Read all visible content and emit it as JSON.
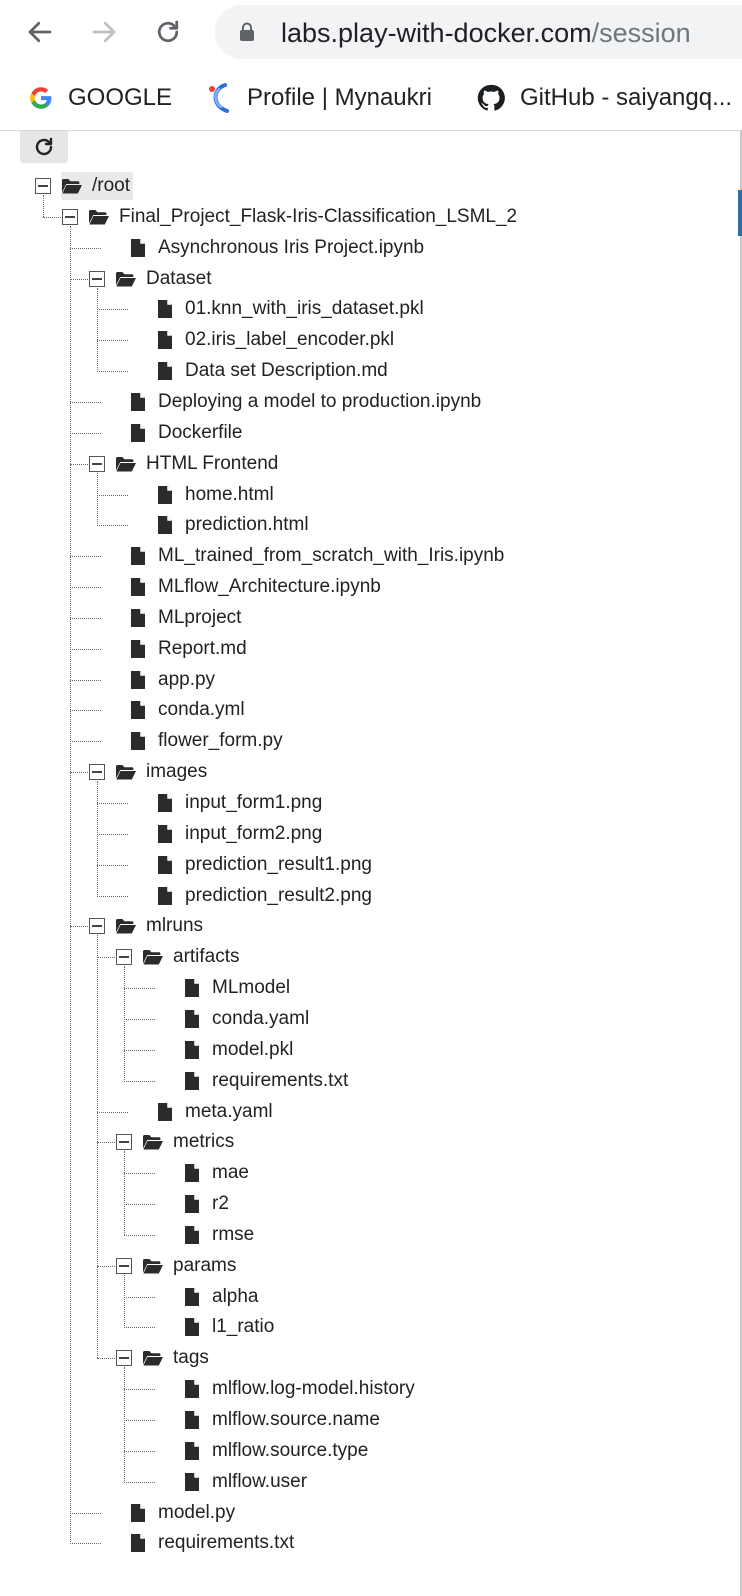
{
  "browser": {
    "url_host": "labs.play-with-docker.com",
    "url_path": "/session",
    "bookmarks": [
      {
        "label": "GOOGLE",
        "icon": "google-icon"
      },
      {
        "label": "Profile | Mynaukri",
        "icon": "naukri-icon"
      },
      {
        "label": "GitHub - saiyangq...",
        "icon": "github-icon"
      }
    ]
  },
  "tree": {
    "label": "/root",
    "type": "folder",
    "expanded": true,
    "children": [
      {
        "label": "Final_Project_Flask-Iris-Classification_LSML_2",
        "type": "folder",
        "expanded": true,
        "children": [
          {
            "label": "Asynchronous Iris Project.ipynb",
            "type": "file"
          },
          {
            "label": "Dataset",
            "type": "folder",
            "expanded": true,
            "children": [
              {
                "label": "01.knn_with_iris_dataset.pkl",
                "type": "file"
              },
              {
                "label": "02.iris_label_encoder.pkl",
                "type": "file"
              },
              {
                "label": "Data set Description.md",
                "type": "file"
              }
            ]
          },
          {
            "label": "Deploying a model to production.ipynb",
            "type": "file"
          },
          {
            "label": "Dockerfile",
            "type": "file"
          },
          {
            "label": "HTML Frontend",
            "type": "folder",
            "expanded": true,
            "children": [
              {
                "label": "home.html",
                "type": "file"
              },
              {
                "label": "prediction.html",
                "type": "file"
              }
            ]
          },
          {
            "label": "ML_trained_from_scratch_with_Iris.ipynb",
            "type": "file"
          },
          {
            "label": "MLflow_Architecture.ipynb",
            "type": "file"
          },
          {
            "label": "MLproject",
            "type": "file"
          },
          {
            "label": "Report.md",
            "type": "file"
          },
          {
            "label": "app.py",
            "type": "file"
          },
          {
            "label": "conda.yml",
            "type": "file"
          },
          {
            "label": "flower_form.py",
            "type": "file"
          },
          {
            "label": "images",
            "type": "folder",
            "expanded": true,
            "children": [
              {
                "label": "input_form1.png",
                "type": "file"
              },
              {
                "label": "input_form2.png",
                "type": "file"
              },
              {
                "label": "prediction_result1.png",
                "type": "file"
              },
              {
                "label": "prediction_result2.png",
                "type": "file"
              }
            ]
          },
          {
            "label": "mlruns",
            "type": "folder",
            "expanded": true,
            "children": [
              {
                "label": "artifacts",
                "type": "folder",
                "expanded": true,
                "children": [
                  {
                    "label": "MLmodel",
                    "type": "file"
                  },
                  {
                    "label": "conda.yaml",
                    "type": "file"
                  },
                  {
                    "label": "model.pkl",
                    "type": "file"
                  },
                  {
                    "label": "requirements.txt",
                    "type": "file"
                  }
                ]
              },
              {
                "label": "meta.yaml",
                "type": "file"
              },
              {
                "label": "metrics",
                "type": "folder",
                "expanded": true,
                "children": [
                  {
                    "label": "mae",
                    "type": "file"
                  },
                  {
                    "label": "r2",
                    "type": "file"
                  },
                  {
                    "label": "rmse",
                    "type": "file"
                  }
                ]
              },
              {
                "label": "params",
                "type": "folder",
                "expanded": true,
                "children": [
                  {
                    "label": "alpha",
                    "type": "file"
                  },
                  {
                    "label": "l1_ratio",
                    "type": "file"
                  }
                ]
              },
              {
                "label": "tags",
                "type": "folder",
                "expanded": true,
                "children": [
                  {
                    "label": "mlflow.log-model.history",
                    "type": "file"
                  },
                  {
                    "label": "mlflow.source.name",
                    "type": "file"
                  },
                  {
                    "label": "mlflow.source.type",
                    "type": "file"
                  },
                  {
                    "label": "mlflow.user",
                    "type": "file"
                  }
                ]
              }
            ]
          },
          {
            "label": "model.py",
            "type": "file"
          },
          {
            "label": "requirements.txt",
            "type": "file"
          }
        ]
      }
    ]
  }
}
